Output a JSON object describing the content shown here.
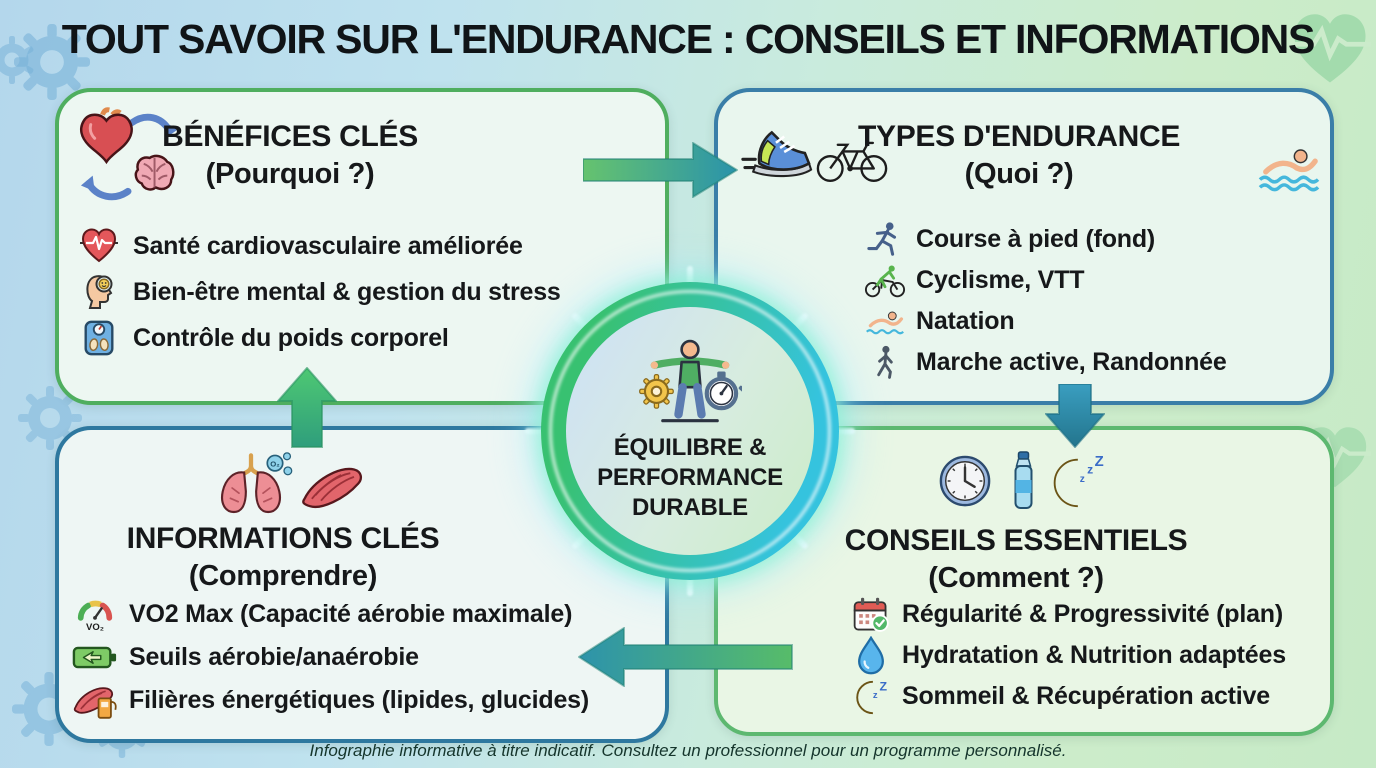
{
  "title": "TOUT SAVOIR SUR L'ENDURANCE : CONSEILS ET INFORMATIONS",
  "center": {
    "icon": "balance-person-icon",
    "line1": "ÉQUILIBRE &",
    "line2": "PERFORMANCE",
    "line3": "DURABLE"
  },
  "boxes": {
    "benefits": {
      "title": "BÉNÉFICES CLÉS",
      "subtitle": "(Pourquoi ?)",
      "header_icons": [
        "heart-brain-cycle-icon"
      ],
      "items": [
        {
          "icon": "heart-pulse-icon",
          "text": "Santé cardiovasculaire améliorée"
        },
        {
          "icon": "mind-wellbeing-icon",
          "text": "Bien-être mental & gestion du stress"
        },
        {
          "icon": "weight-scale-icon",
          "text": "Contrôle du poids corporel"
        }
      ]
    },
    "types": {
      "title": "TYPES D'ENDURANCE",
      "subtitle": "(Quoi ?)",
      "header_icons": [
        "running-shoe-icon",
        "bicycle-icon",
        "swimmer-icon"
      ],
      "items": [
        {
          "icon": "runner-icon",
          "text": "Course à pied (fond)"
        },
        {
          "icon": "cyclist-icon",
          "text": "Cyclisme, VTT"
        },
        {
          "icon": "swimmer-small-icon",
          "text": "Natation"
        },
        {
          "icon": "walker-icon",
          "text": "Marche active, Randonnée"
        }
      ]
    },
    "infos": {
      "title": "INFORMATIONS CLÉS",
      "subtitle": "(Comprendre)",
      "header_icons": [
        "lungs-icon",
        "muscle-icon"
      ],
      "items": [
        {
          "icon": "vo2-gauge-icon",
          "text": "VO2 Max (Capacité aérobie maximale)"
        },
        {
          "icon": "battery-icon",
          "text": "Seuils aérobie/anaérobie"
        },
        {
          "icon": "energy-fuel-icon",
          "text": "Filières énergétiques (lipides, glucides)"
        }
      ]
    },
    "conseils": {
      "title": "CONSEILS ESSENTIELS",
      "subtitle": "(Comment ?)",
      "header_icons": [
        "clock-icon",
        "water-bottle-icon",
        "moon-sleep-icon"
      ],
      "items": [
        {
          "icon": "calendar-check-icon",
          "text": "Régularité & Progressivité (plan)"
        },
        {
          "icon": "water-drop-icon",
          "text": "Hydratation & Nutrition adaptées"
        },
        {
          "icon": "moon-zz-icon",
          "text": "Sommeil & Récupération active"
        }
      ]
    }
  },
  "icon_text": {
    "vo2": "VO₂",
    "o2": "O₂",
    "z1": "z",
    "z2": "z",
    "z3": "Z"
  },
  "footer": "Infographie informative à titre indicatif. Consultez un professionnel pour un programme personnalisé.",
  "colors": {
    "background_left": "#b4d7ec",
    "background_right": "#ccecca",
    "benefits_border": "#4fae5f",
    "types_border": "#3a7ea8",
    "infos_border": "#2e789f",
    "conseils_border": "#5db870",
    "arrow_green": "#5ec06d",
    "arrow_teal": "#2d93a9",
    "ring_green": "#38c171",
    "ring_cyan": "#35c3de",
    "text": "#16181a"
  }
}
